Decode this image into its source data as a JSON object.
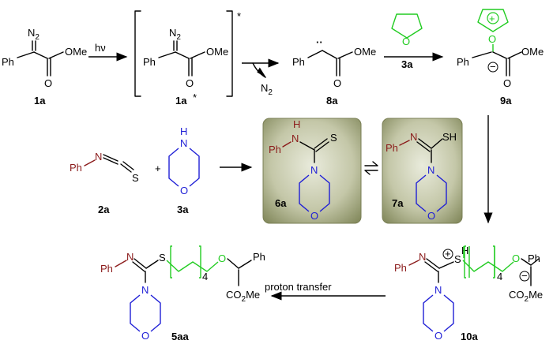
{
  "colors": {
    "black": "#000000",
    "red": "#8b1a1a",
    "blue": "#1f1fd6",
    "green": "#22cc22",
    "box": "#8e9470"
  },
  "labels": {
    "c1a": "1a",
    "c1a_star": "1a",
    "c8a": "8a",
    "c3a_thf": "3a",
    "c9a": "9a",
    "c2a": "2a",
    "c3a": "3a",
    "c6a": "6a",
    "c7a": "7a",
    "c10a": "10a",
    "c5aa": "5aa"
  },
  "reagents": {
    "hv": "hν",
    "n2": "N",
    "n2_sub": "2",
    "plus": "+",
    "star": "*",
    "proton_transfer": "proton transfer"
  },
  "atoms": {
    "n2_top": "N",
    "n2_top_sub": "2",
    "ph": "Ph",
    "o": "O",
    "ome": "OMe",
    "n": "N",
    "h": "H",
    "nh": "N",
    "s": "S",
    "sh": "SH",
    "co2me": "CO",
    "co2me_sub": "2",
    "co2me_tail": "Me",
    "chain_n": "4",
    "plus_sign": "+",
    "minus_sign": "−",
    "carbene_dots": "··"
  }
}
